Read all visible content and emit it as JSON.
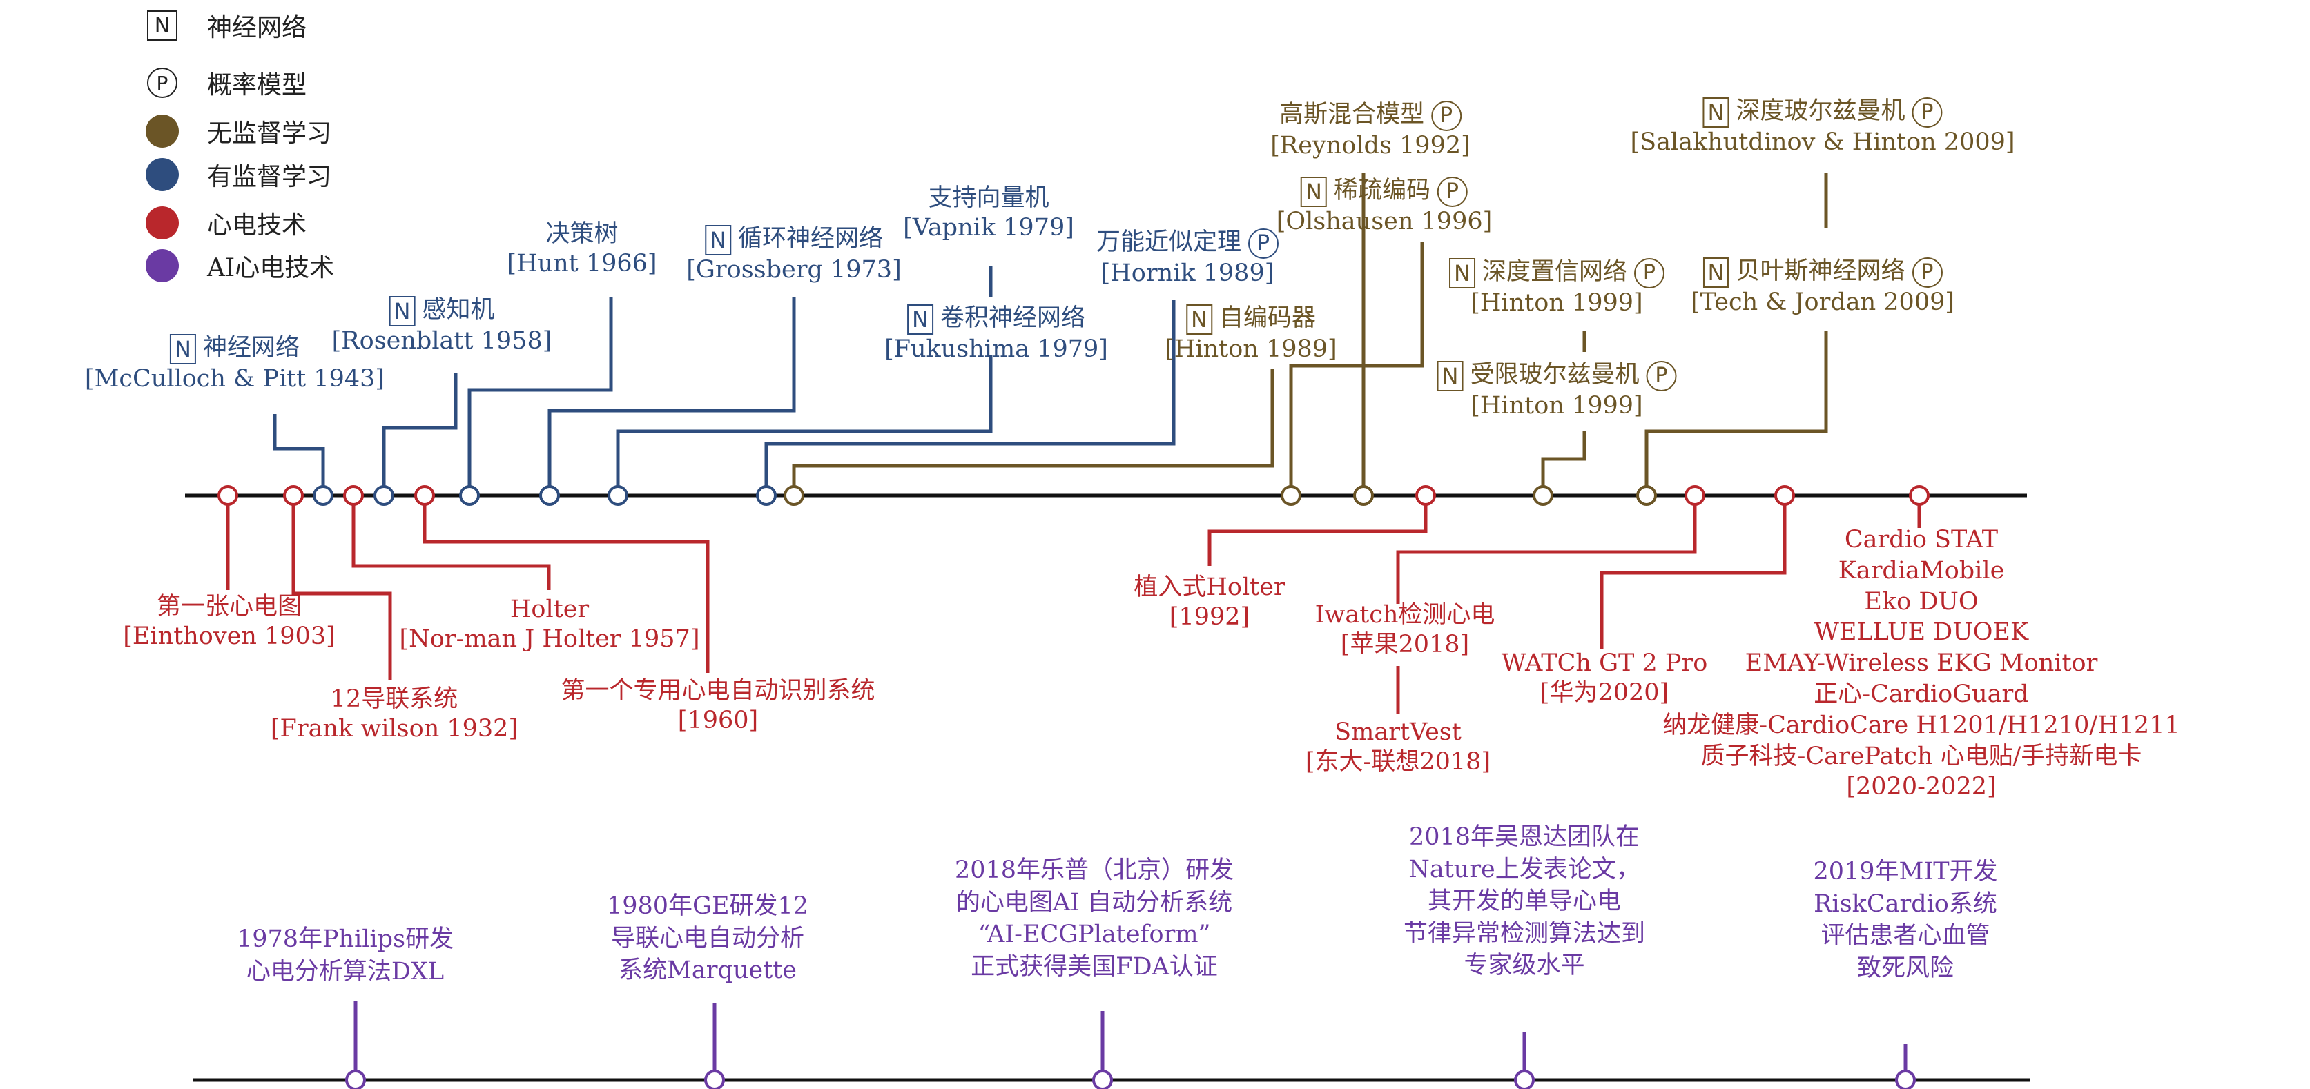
{
  "legend": {
    "items": [
      {
        "symbol": "N",
        "label": "神经网络",
        "kind": "box"
      },
      {
        "symbol": "P",
        "label": "概率模型",
        "kind": "circle"
      },
      {
        "symbol": "",
        "label": "无监督学习",
        "kind": "dot",
        "color": "#6b5526"
      },
      {
        "symbol": "",
        "label": "有监督学习",
        "kind": "dot",
        "color": "#2e4d7e"
      },
      {
        "symbol": "",
        "label": "心电技术",
        "kind": "dot",
        "color": "#b9272c"
      },
      {
        "symbol": "",
        "label": "AI心电技术",
        "kind": "dot",
        "color": "#6a3aa3"
      }
    ]
  },
  "colors": {
    "unsupervised": "#6b5526",
    "supervised": "#2e4d7e",
    "ecg": "#b9272c",
    "ai_ecg": "#6a3aa3",
    "axis": "#111111"
  },
  "top_timeline": {
    "supervised": [
      {
        "id": "mcculloch",
        "tag": "N",
        "title": "神经网络",
        "citation": "[McCulloch & Pitt 1943]"
      },
      {
        "id": "rosenblatt",
        "tag": "N",
        "title": "感知机",
        "citation": "[Rosenblatt 1958]"
      },
      {
        "id": "hunt",
        "tag": "",
        "title": "决策树",
        "citation": "[Hunt 1966]"
      },
      {
        "id": "grossberg",
        "tag": "N",
        "title": "循环神经网络",
        "citation": "[Grossberg 1973]"
      },
      {
        "id": "vapnik",
        "tag": "",
        "title": "支持向量机",
        "citation": "[Vapnik 1979]"
      },
      {
        "id": "fukushima",
        "tag": "N",
        "title": "卷积神经网络",
        "citation": "[Fukushima 1979]"
      },
      {
        "id": "hornik",
        "tag": "",
        "title": "万能近似定理",
        "prob": "P",
        "citation": "[Hornik 1989]"
      }
    ],
    "unsupervised": [
      {
        "id": "hinton89",
        "tag": "N",
        "title": "自编码器",
        "citation": "[Hinton 1989]"
      },
      {
        "id": "reynolds",
        "tag": "",
        "title": "高斯混合模型",
        "prob": "P",
        "citation": "[Reynolds 1992]"
      },
      {
        "id": "olshausen",
        "tag": "N",
        "title": "稀疏编码",
        "prob": "P",
        "citation": "[Olshausen 1996]"
      },
      {
        "id": "dbn",
        "tag": "N",
        "title": "深度置信网络",
        "prob": "P",
        "citation": "[Hinton 1999]"
      },
      {
        "id": "rbm",
        "tag": "N",
        "title": "受限玻尔兹曼机",
        "prob": "P",
        "citation": "[Hinton 1999]"
      },
      {
        "id": "dbm",
        "tag": "N",
        "title": "深度玻尔兹曼机",
        "prob": "P",
        "citation": "[Salakhutdinov & Hinton 2009]"
      },
      {
        "id": "bnn",
        "tag": "N",
        "title": "贝叶斯神经网络",
        "prob": "P",
        "citation": "[Tech & Jordan 2009]"
      }
    ],
    "ecg": [
      {
        "id": "einthoven",
        "title": "第一张心电图",
        "citation": "[Einthoven 1903]"
      },
      {
        "id": "wilson",
        "title": "12导联系统",
        "citation": "[Frank wilson 1932]"
      },
      {
        "id": "holter",
        "title": "Holter",
        "citation": "[Nor-man J Holter 1957]"
      },
      {
        "id": "auto1960",
        "title": "第一个专用心电自动识别系统",
        "citation": "[1960]"
      },
      {
        "id": "implant",
        "title": "植入式Holter",
        "citation": "[1992]"
      },
      {
        "id": "iwatch",
        "title": "Iwatch检测心电",
        "citation": "[苹果2018]"
      },
      {
        "id": "smartvest",
        "title": "SmartVest",
        "citation": "[东大-联想2018]"
      },
      {
        "id": "watch",
        "title": "WATCh GT 2 Pro",
        "citation": "[华为2020]"
      },
      {
        "id": "devices",
        "lines": [
          "Cardio STAT",
          "KardiaMobile",
          "Eko DUO",
          "WELLUE DUOEK",
          "EMAY-Wireless EKG Monitor",
          "正心-CardioGuard",
          "纳龙健康-CardioCare H1201/H1210/H1211",
          "质子科技-CarePatch 心电贴/手持新电卡",
          "[2020-2022]"
        ]
      }
    ]
  },
  "bottom_timeline": {
    "ai_ecg": [
      {
        "id": "philips",
        "lines": [
          "1978年Philips研发",
          "心电分析算法DXL"
        ]
      },
      {
        "id": "ge",
        "lines": [
          "1980年GE研发12",
          "导联心电自动分析",
          "系统Marquette"
        ]
      },
      {
        "id": "lepu",
        "lines": [
          "2018年乐普（北京）研发",
          "的心电图AI 自动分析系统",
          "“AI-ECGPlateform”",
          "正式获得美国FDA认证"
        ]
      },
      {
        "id": "ng",
        "lines": [
          "2018年吴恩达团队在",
          "Nature上发表论文，",
          "其开发的单导心电",
          "节律异常检测算法达到",
          "专家级水平"
        ]
      },
      {
        "id": "mit",
        "lines": [
          "2019年MIT开发",
          "RiskCardio系统",
          "评估患者心血管",
          "致死风险"
        ]
      }
    ]
  }
}
